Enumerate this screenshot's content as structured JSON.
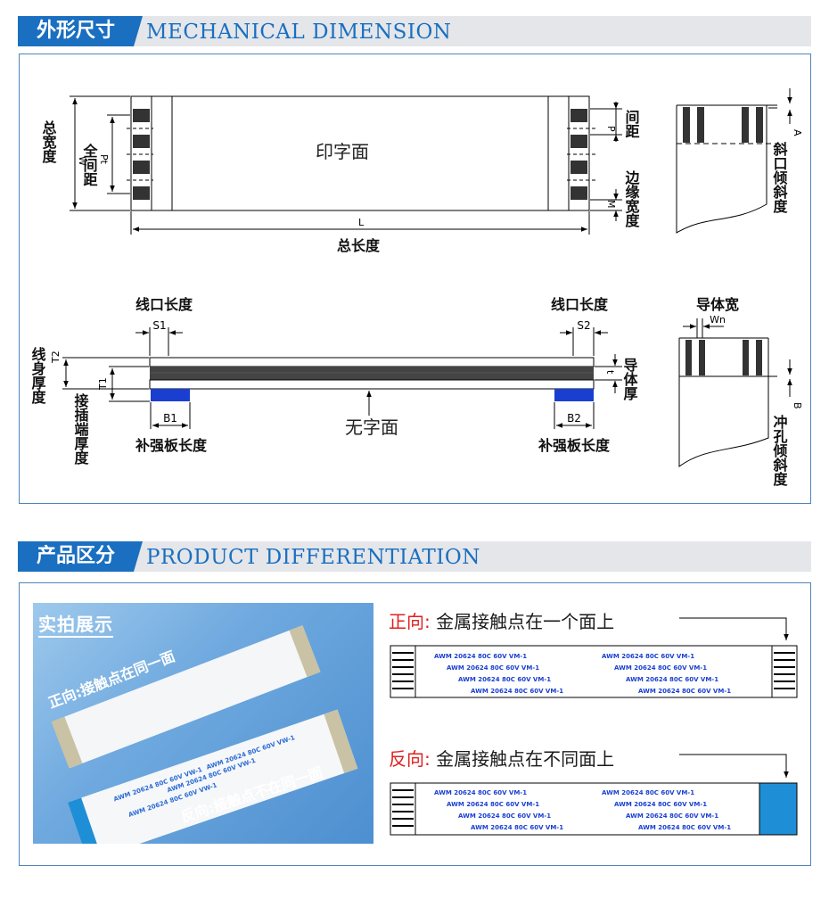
{
  "section1": {
    "cn": "外形尺寸",
    "en": "MECHANICAL DIMENSION"
  },
  "section2": {
    "cn": "产品区分",
    "en": "PRODUCT DIFFERENTIATION"
  },
  "top": {
    "print_face": "印字面",
    "total_width": "总宽度",
    "full_pitch": "全间距",
    "w": "W",
    "pt": "Pt",
    "l": "L",
    "total_length": "总长度",
    "p": "P",
    "pitch": "间距",
    "m": "M",
    "edge_width": "边缘宽度",
    "a": "A",
    "bevel": "斜口倾斜度"
  },
  "side": {
    "line_len_left": "线口长度",
    "line_len_right": "线口长度",
    "s1": "S1",
    "s2": "S2",
    "t2": "T2",
    "t1": "T1",
    "t": "t",
    "body_thickness": "线身厚度",
    "plug_thickness": "接插端厚度",
    "conductor_thickness": "导体厚",
    "b1": "B1",
    "b2": "B2",
    "stiffener_left": "补强板长度",
    "stiffener_right": "补强板长度",
    "blank_face": "无字面",
    "conductor_width": "导体宽",
    "wn": "Wn",
    "b": "B",
    "punch_bevel": "冲孔倾斜度"
  },
  "photo": {
    "label": "实拍展示",
    "same_side": "正向:接触点在同一面",
    "diff_side": "反向:接触点不在同一面",
    "cable_print": "AWM 20624 80C 60V VW-1"
  },
  "diff": {
    "forward_prefix": "正向:",
    "forward_text": "金属接触点在一个面上",
    "reverse_prefix": "反向:",
    "reverse_text": "金属接触点在不同面上",
    "marking": "AWM 20624 80C 60V VM-1"
  },
  "colors": {
    "accent": "#1a6fc0",
    "red": "#e02020",
    "stiffener": "#1a3fd0",
    "contact": "#333333"
  }
}
